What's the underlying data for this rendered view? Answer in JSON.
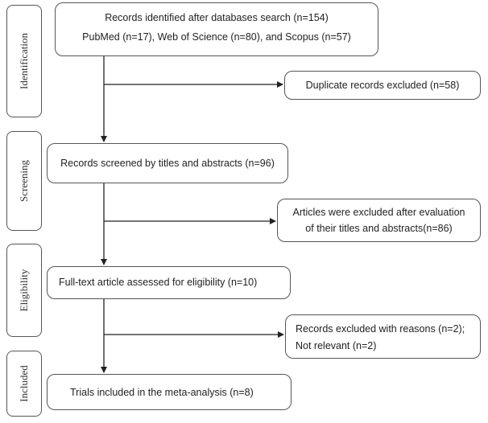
{
  "phases": {
    "identification": "Identification",
    "screening": "Screening",
    "eligibility": "Eligibility",
    "included": "Included"
  },
  "boxes": {
    "identified": {
      "line1": "Records identified after databases search (n=154)",
      "line2": "PubMed (n=17), Web of Science (n=80), and Scopus (n=57)"
    },
    "duplicates": {
      "text": "Duplicate records excluded (n=58)"
    },
    "screened": {
      "text": "Records screened by titles and abstracts (n=96)"
    },
    "excluded_titles": {
      "line1": "Articles were excluded after evaluation",
      "line2": "of their titles and abstracts(n=86)"
    },
    "fulltext": {
      "text": "Full-text article assessed for eligibility (n=10)"
    },
    "excluded_reasons": {
      "line1": "Records excluded with reasons (n=2);",
      "line2": "Not relevant (n=2)"
    },
    "included": {
      "text": "Trials included in the meta-analysis (n=8)"
    }
  },
  "colors": {
    "line": "#222222",
    "border": "#555555",
    "text": "#222222"
  }
}
